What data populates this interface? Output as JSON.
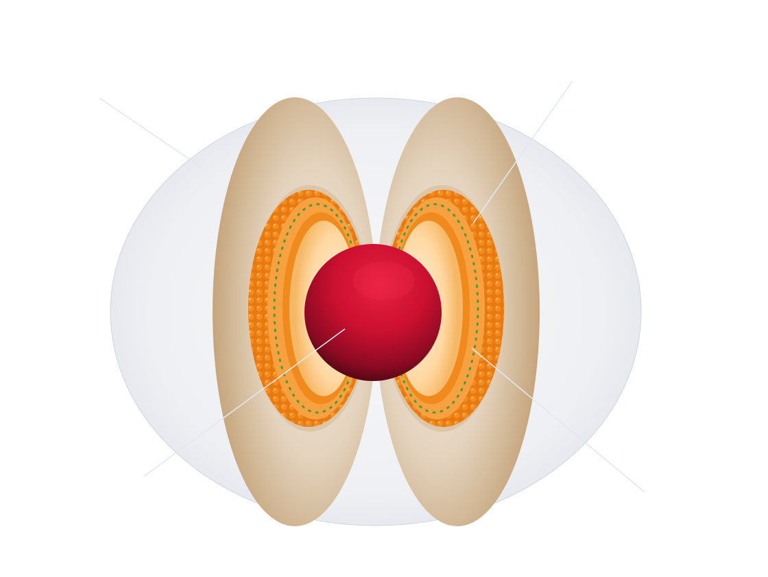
{
  "diagram": {
    "labels": []
  },
  "colors": {
    "background": "#ffffff",
    "outer_sphere": "#f1f2f4",
    "outer_sphere_edge": "#cfd6e2",
    "shell_outer": "#c9ad86",
    "shell_inner": "#e9dccb",
    "membrane_orange": "#f08a1c",
    "membrane_light": "#ffd9a0",
    "dot_green": "#4e9a3a",
    "core_red": "#d81636",
    "core_dark": "#4a0a14",
    "leader_line": "#e2e8f0"
  },
  "icons": [
    "outer-sphere",
    "shell-half",
    "lipid-bilayer",
    "core-sphere"
  ]
}
